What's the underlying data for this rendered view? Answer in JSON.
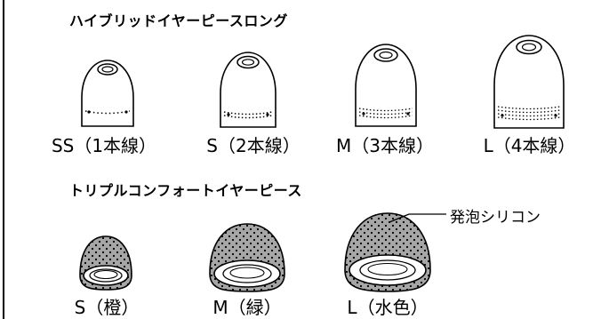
{
  "hybrid_section": {
    "title": "ハイブリッドイヤーピースロング",
    "sizes": [
      {
        "label": "SS（1本線）",
        "icon": "earpiece-ss-icon"
      },
      {
        "label": "S（2本線）",
        "icon": "earpiece-s-icon"
      },
      {
        "label": "M（3本線）",
        "icon": "earpiece-m-icon"
      },
      {
        "label": "L（4本線）",
        "icon": "earpiece-l-icon"
      }
    ]
  },
  "comfort_section": {
    "title": "トリプルコンフォートイヤーピース",
    "sizes": [
      {
        "label": "S（橙）",
        "icon": "foam-earpiece-s-icon"
      },
      {
        "label": "M（緑）",
        "icon": "foam-earpiece-m-icon"
      },
      {
        "label": "L（水色）",
        "icon": "foam-earpiece-l-icon"
      }
    ],
    "callout": "発泡シリコン"
  }
}
